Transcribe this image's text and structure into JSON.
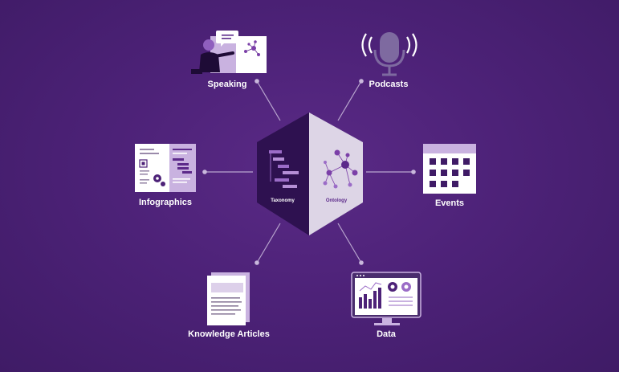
{
  "hub": {
    "left_label": "Taxonomy",
    "right_label": "Ontology"
  },
  "nodes": {
    "speaking": {
      "label": "Speaking",
      "icon": "presenter-icon"
    },
    "podcasts": {
      "label": "Podcasts",
      "icon": "microphone-icon"
    },
    "infographics": {
      "label": "Infographics",
      "icon": "infographic-icon"
    },
    "events": {
      "label": "Events",
      "icon": "calendar-icon"
    },
    "knowledge_articles": {
      "label": "Knowledge Articles",
      "icon": "document-icon"
    },
    "data": {
      "label": "Data",
      "icon": "monitor-chart-icon"
    }
  },
  "colors": {
    "background": "#4d2278",
    "hex_dark": "#2e1150",
    "hex_light": "#ddd5e6",
    "accent": "#7b3fa8",
    "connector": "#b9a6cf"
  }
}
